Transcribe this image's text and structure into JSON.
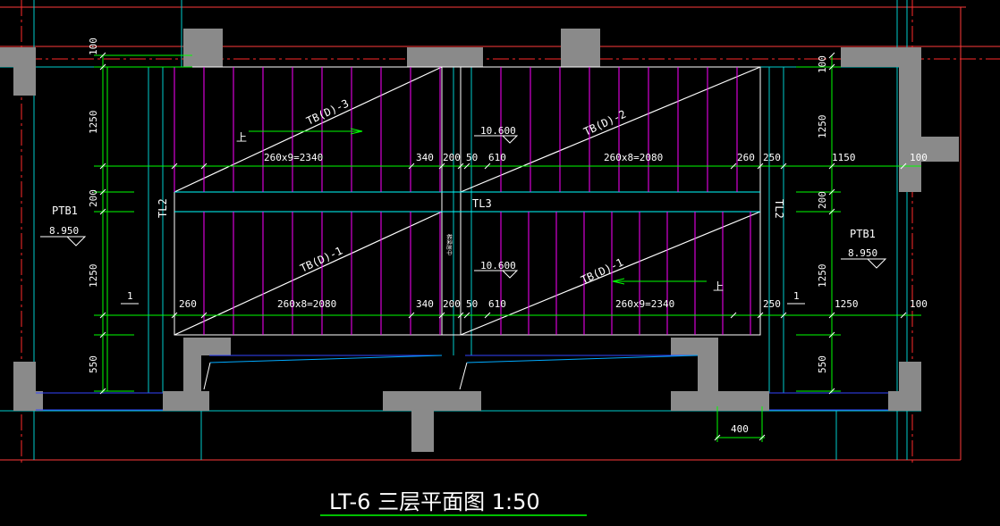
{
  "title": "LT-6  三层平面图 1:50",
  "colors": {
    "background": "#000000",
    "wall": "#808080",
    "axis": "#ff2a2a",
    "grid": "#00ffff",
    "dimension": "#00ff00",
    "tread": "#ff00ff",
    "text": "#ffffff",
    "beam": "#00ffff"
  },
  "dimensions_left": [
    "100",
    "1250",
    "200",
    "1250",
    "550"
  ],
  "dimensions_right": [
    "100",
    "1250",
    "200",
    "1250",
    "550"
  ],
  "upper_flight": {
    "dims": [
      "260x9=2340",
      "340",
      "200",
      "50",
      "610",
      "260x8=2080",
      "260",
      "250",
      "1150",
      "100"
    ],
    "labels": [
      "TB(D)-3",
      "TB(D)-2"
    ],
    "up_mark": "上",
    "elevation": "10.600"
  },
  "lower_flight": {
    "dims": [
      "260",
      "260x8=2080",
      "340",
      "200",
      "50",
      "610",
      "260x9=2340",
      "250",
      "1250",
      "100"
    ],
    "labels": [
      "TB(D)-1",
      "TB(D)-1"
    ],
    "up_mark": "上",
    "elevation": "10.600"
  },
  "landing_left": {
    "name": "PTB1",
    "elevation": "8.950",
    "section": "1"
  },
  "landing_right": {
    "name": "PTB1",
    "elevation": "8.950",
    "section": "1"
  },
  "beams": {
    "left": "TL2",
    "middle": "TL3",
    "right": "TL2"
  },
  "bottom_dim": "400",
  "center_note": "梯梁居中"
}
